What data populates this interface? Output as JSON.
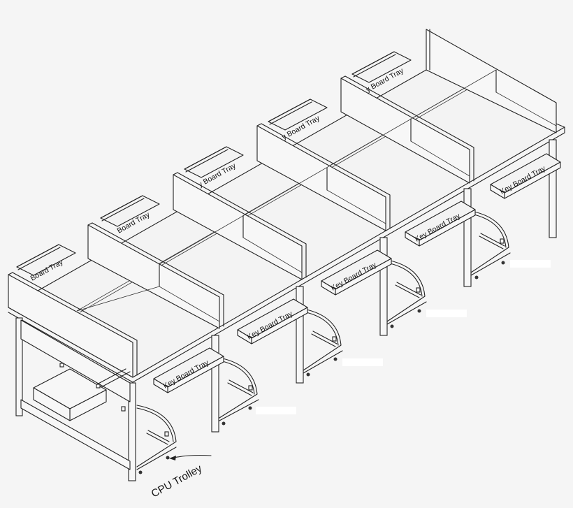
{
  "drawing": {
    "title": "Workstation cluster isometric drawing",
    "background": "#f5f5f5",
    "line_color": "#222222",
    "bays": 5,
    "back_tray_labels": [
      "Board Tray",
      "Board Tray",
      "y Board Tray",
      "y Board Tray",
      "y Board Tray"
    ],
    "front_tray_labels": [
      "Key Board Tray",
      "Key Board Tray",
      "Key Board Tray",
      "Key Board Tray",
      "Key Board Tray"
    ],
    "callout": {
      "label": "CPU Trolley",
      "icon": "arrow-icon"
    }
  }
}
